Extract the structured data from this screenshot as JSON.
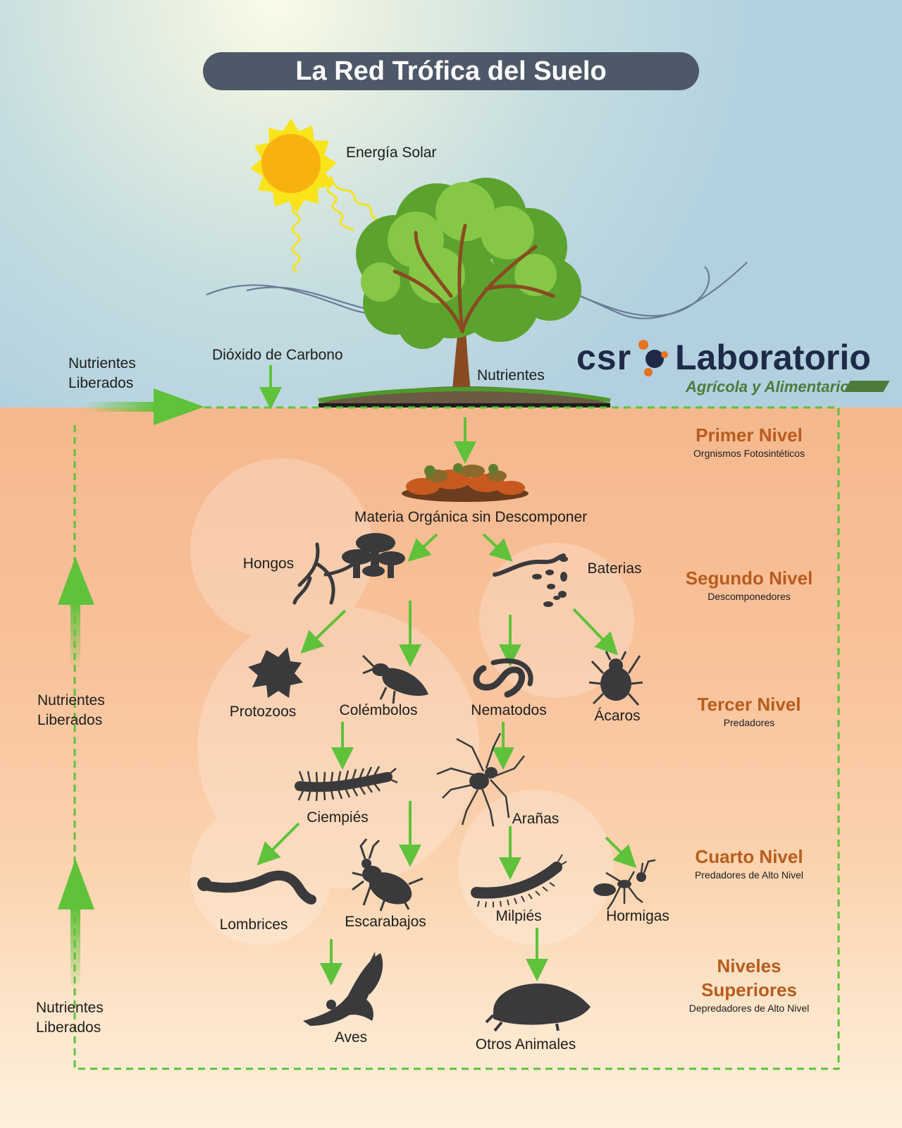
{
  "title": "La Red Trófica del Suelo",
  "colors": {
    "sky": "#b2d0df",
    "soil": "#f5b88e",
    "title_bar": "#4d5868",
    "level_title": "#b85c1c",
    "arrow_green": "#5fc23a",
    "silhouette": "#3a3a3c"
  },
  "top": {
    "solar_energy": "Energía Solar",
    "carbon_dioxide": "Dióxido de Carbono",
    "nutrients": "Nutrientes",
    "released_nutrients_line1": "Nutrientes",
    "released_nutrients_line2": "Liberados"
  },
  "logo": {
    "brand_prefix": "csr",
    "brand_name": "Laboratorio",
    "tagline": "Agrícola y Alimentario"
  },
  "organisms": {
    "organic_matter": "Materia Orgánica sin Descomponer",
    "fungi": "Hongos",
    "bacteria": "Baterias",
    "protozoa": "Protozoos",
    "springtails": "Colémbolos",
    "nematodes": "Nematodos",
    "mites": "Ácaros",
    "centipedes": "Ciempiés",
    "spiders": "Arañas",
    "earthworms": "Lombrices",
    "beetles": "Escarabajos",
    "millipedes": "Milpiés",
    "ants": "Hormigas",
    "birds": "Aves",
    "other_animals": "Otros Animales"
  },
  "levels": [
    {
      "title": "Primer Nivel",
      "subtitle": "Orgnismos Fotosintéticos"
    },
    {
      "title": "Segundo Nivel",
      "subtitle": "Descomponedores"
    },
    {
      "title": "Tercer Nivel",
      "subtitle": "Predadores"
    },
    {
      "title": "Cuarto Nivel",
      "subtitle": "Predadores de Alto Nivel"
    },
    {
      "title_line1": "Niveles",
      "title_line2": "Superiores",
      "subtitle": "Depredadores de Alto Nivel"
    }
  ],
  "left_side": [
    {
      "line1": "Nutrientes",
      "line2": "Liberados"
    },
    {
      "line1": "Nutrientes",
      "line2": "Liberados"
    }
  ]
}
